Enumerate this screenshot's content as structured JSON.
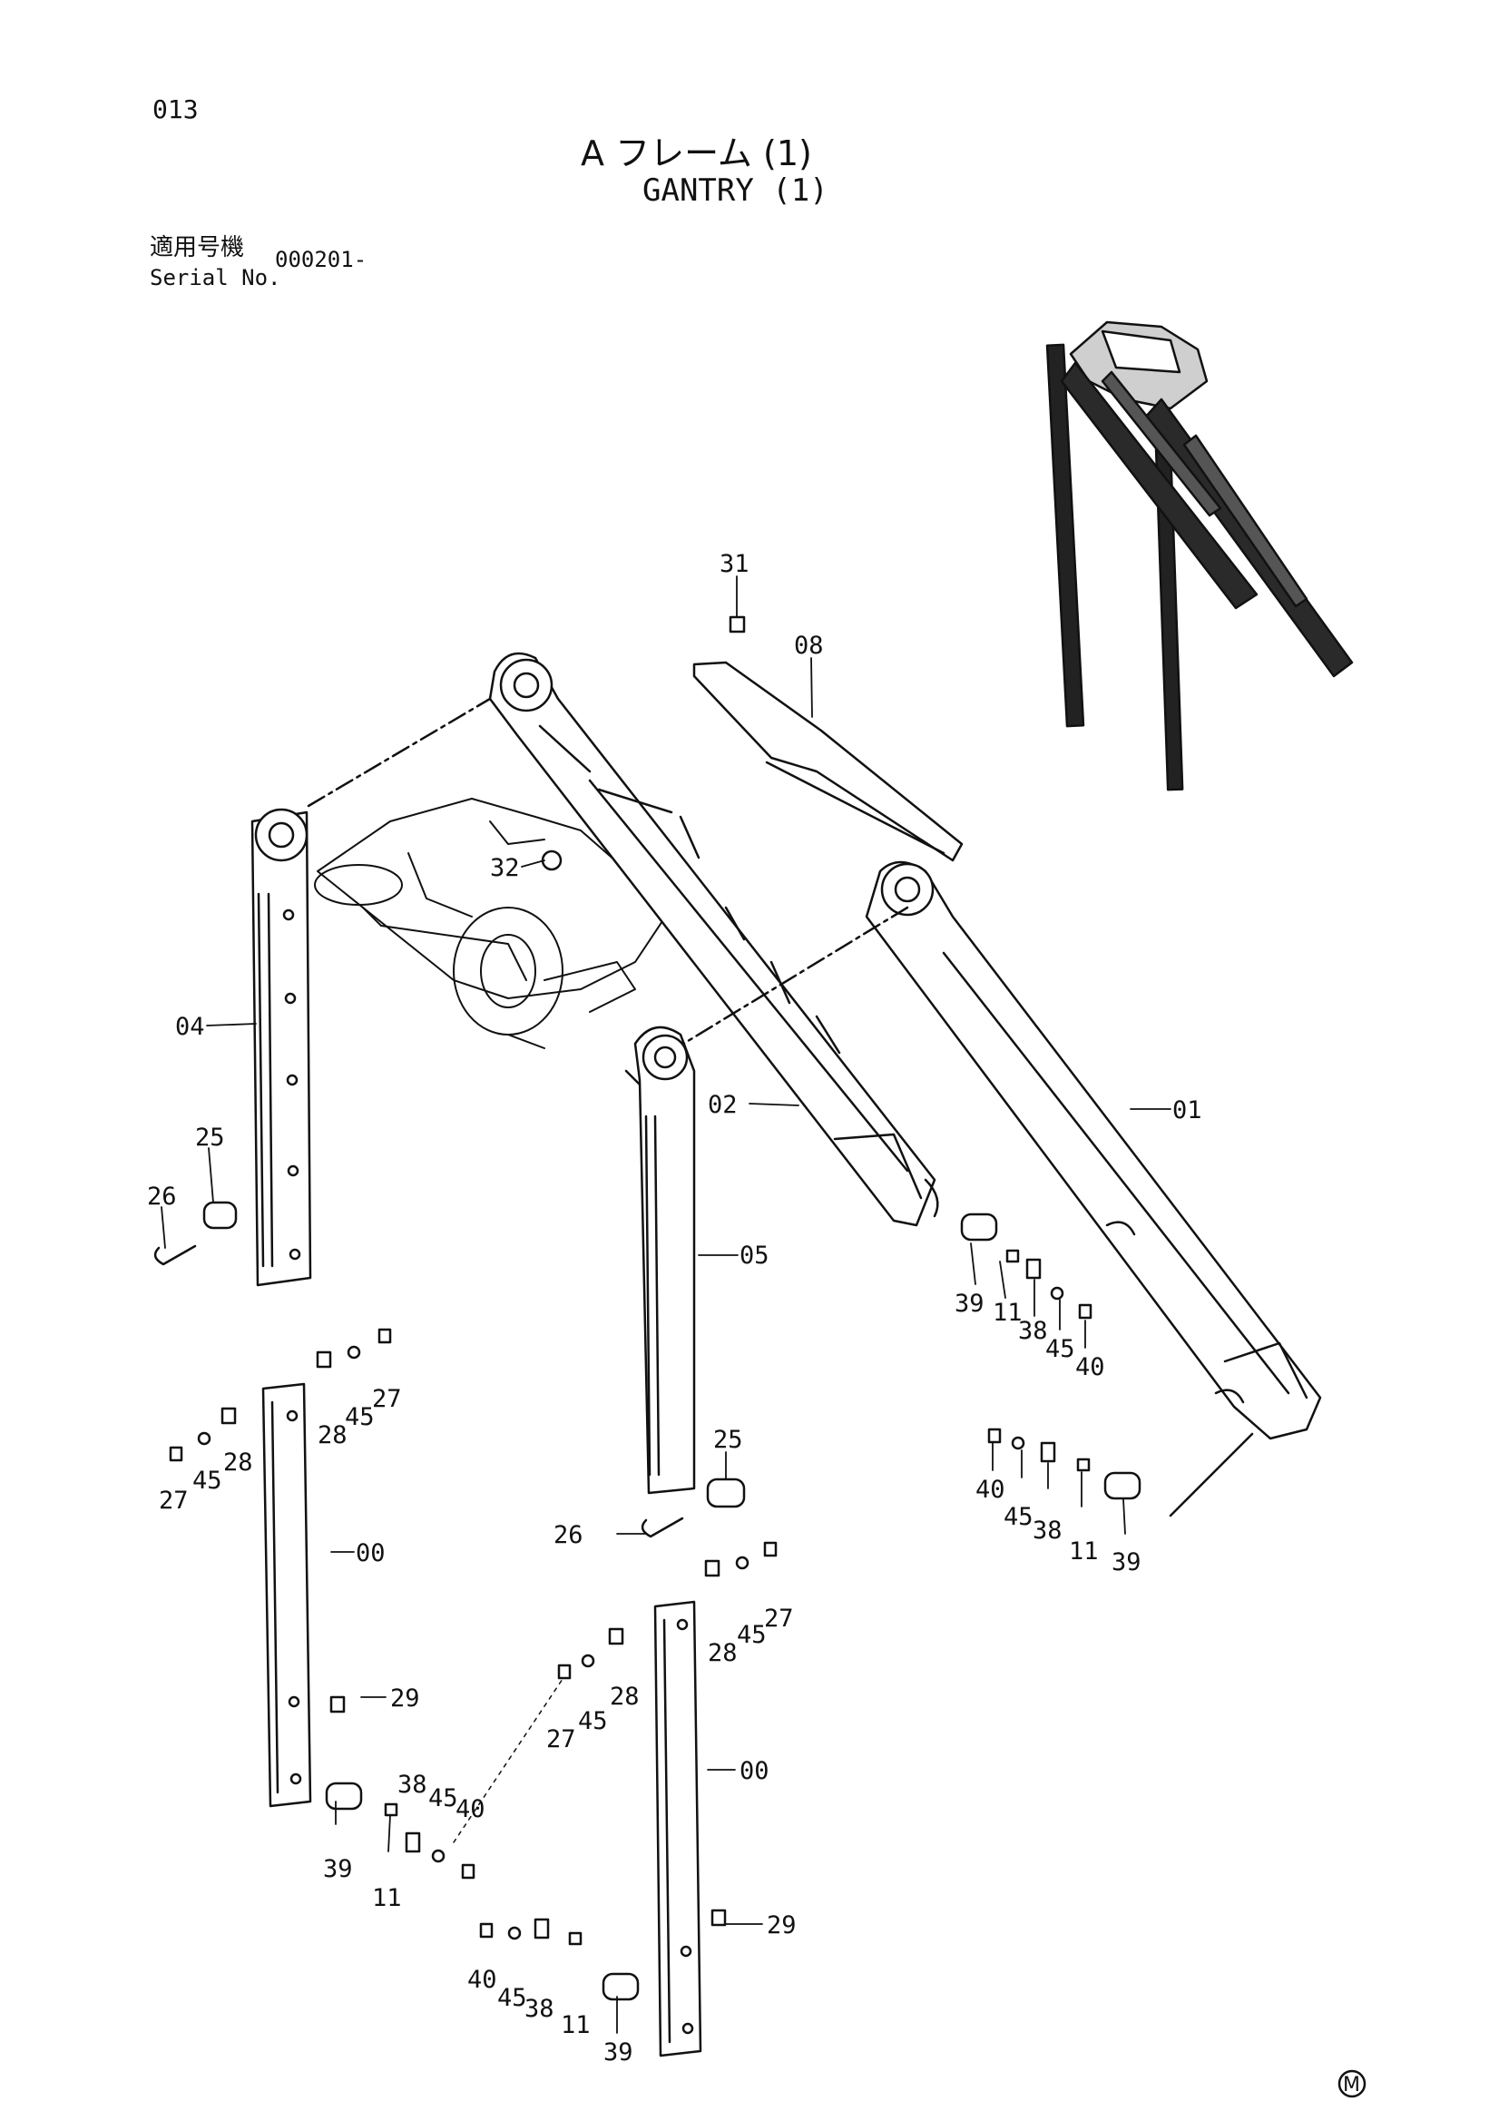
{
  "header": {
    "page_number": "013",
    "title_jp": "A フレーム (1)",
    "title_en": "GANTRY (1)",
    "serial_label_jp": "適用号機",
    "serial_label_en": "Serial No.",
    "serial_value": "000201-"
  },
  "callouts": [
    {
      "id": "c31",
      "text": "31"
    },
    {
      "id": "c08",
      "text": "08"
    },
    {
      "id": "c32",
      "text": "32"
    },
    {
      "id": "c04",
      "text": "04"
    },
    {
      "id": "c02",
      "text": "02"
    },
    {
      "id": "c01",
      "text": "01"
    },
    {
      "id": "c25a",
      "text": "25"
    },
    {
      "id": "c26a",
      "text": "26"
    },
    {
      "id": "c05",
      "text": "05"
    },
    {
      "id": "c39a",
      "text": "39"
    },
    {
      "id": "c11a",
      "text": "11"
    },
    {
      "id": "c38a",
      "text": "38"
    },
    {
      "id": "c45a",
      "text": "45"
    },
    {
      "id": "c40a",
      "text": "40"
    },
    {
      "id": "c28a",
      "text": "28"
    },
    {
      "id": "c45b",
      "text": "45"
    },
    {
      "id": "c27a",
      "text": "27"
    },
    {
      "id": "c27b",
      "text": "27"
    },
    {
      "id": "c45c",
      "text": "45"
    },
    {
      "id": "c28b",
      "text": "28"
    },
    {
      "id": "c25b",
      "text": "25"
    },
    {
      "id": "c26b",
      "text": "26"
    },
    {
      "id": "c40b",
      "text": "40"
    },
    {
      "id": "c45d",
      "text": "45"
    },
    {
      "id": "c38b",
      "text": "38"
    },
    {
      "id": "c11b",
      "text": "11"
    },
    {
      "id": "c39b",
      "text": "39"
    },
    {
      "id": "c00a",
      "text": "00"
    },
    {
      "id": "c28c",
      "text": "28"
    },
    {
      "id": "c45e",
      "text": "45"
    },
    {
      "id": "c27c",
      "text": "27"
    },
    {
      "id": "c28d",
      "text": "28"
    },
    {
      "id": "c27d",
      "text": "27"
    },
    {
      "id": "c45f",
      "text": "45"
    },
    {
      "id": "c29a",
      "text": "29"
    },
    {
      "id": "c00b",
      "text": "00"
    },
    {
      "id": "c38c",
      "text": "38"
    },
    {
      "id": "c45g",
      "text": "45"
    },
    {
      "id": "c40c",
      "text": "40"
    },
    {
      "id": "c39c",
      "text": "39"
    },
    {
      "id": "c11c",
      "text": "11"
    },
    {
      "id": "c29b",
      "text": "29"
    },
    {
      "id": "c40d",
      "text": "40"
    },
    {
      "id": "c45h",
      "text": "45"
    },
    {
      "id": "c38d",
      "text": "38"
    },
    {
      "id": "c11d",
      "text": "11"
    },
    {
      "id": "c39d",
      "text": "39"
    }
  ],
  "footer_mark": "M"
}
